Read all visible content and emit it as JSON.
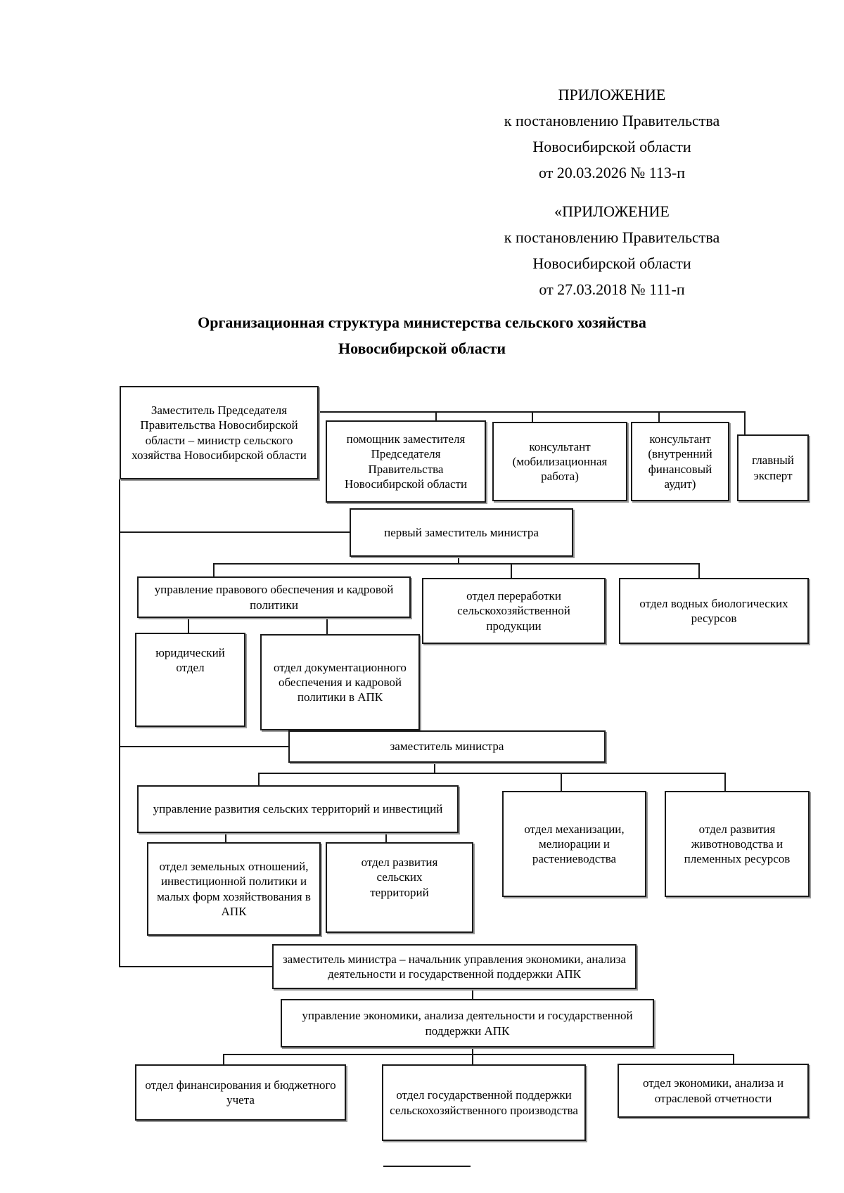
{
  "document": {
    "annex_block_current": [
      "ПРИЛОЖЕНИЕ",
      "к постановлению Правительства",
      "Новосибирской области",
      "от 20.03.2026  № 113-п"
    ],
    "annex_block_original": [
      "«ПРИЛОЖЕНИЕ",
      "к постановлению Правительства",
      "Новосибирской области",
      "от 27.03.2018  № 111-п"
    ],
    "title_line1": "Организационная структура министерства сельского хозяйства",
    "title_line2": "Новосибирской области"
  },
  "org": {
    "nodes": {
      "minister": {
        "label": "Заместитель Председателя Правительства Новосибирской области – министр сельского хозяйства Новосибирской области"
      },
      "assistant": {
        "label": "помощник заместителя Председателя Правительства Новосибирской области"
      },
      "consultant_mob": {
        "label": "консультант (мобилизационная работа)"
      },
      "consultant_audit": {
        "label": "консультант (внутренний финансовый аудит)"
      },
      "chief_expert": {
        "label": "главный эксперт"
      },
      "first_deputy": {
        "label": "первый заместитель министра"
      },
      "upr_legal": {
        "label": "управление правового обеспечения и кадровой политики"
      },
      "dept_process": {
        "label": "отдел переработки сельскохозяйственной продукции"
      },
      "dept_water": {
        "label": "отдел водных биологических ресурсов"
      },
      "dept_legal": {
        "label": "юридический отдел"
      },
      "dept_docs": {
        "label": "отдел документационного обеспечения и кадровой политики в АПК"
      },
      "deputy": {
        "label": "заместитель министра"
      },
      "upr_rural": {
        "label": "управление развития сельских территорий и инвестиций"
      },
      "dept_mech": {
        "label": "отдел механизации, мелиорации и растениеводства"
      },
      "dept_livestock": {
        "label": "отдел развития животноводства и племенных ресурсов"
      },
      "dept_land": {
        "label": "отдел земельных отношений, инвестиционной политики и малых форм хозяйствования в АПК"
      },
      "dept_rural": {
        "label": "отдел развития сельских территорий"
      },
      "deputy_econ": {
        "label": "заместитель министра – начальник управления экономики, анализа деятельности и государственной поддержки АПК"
      },
      "upr_econ": {
        "label": "управление экономики, анализа деятельности и государственной поддержки АПК"
      },
      "dept_fin": {
        "label": "отдел финансирования и бюджетного учета"
      },
      "dept_support": {
        "label": "отдел государственной поддержки сельскохозяйственного производства"
      },
      "dept_econ": {
        "label": "отдел экономики, анализа и отраслевой отчетности"
      }
    },
    "edges": [
      [
        "minister",
        "assistant"
      ],
      [
        "minister",
        "consultant_mob"
      ],
      [
        "minister",
        "consultant_audit"
      ],
      [
        "minister",
        "chief_expert"
      ],
      [
        "minister",
        "first_deputy"
      ],
      [
        "first_deputy",
        "upr_legal"
      ],
      [
        "first_deputy",
        "dept_process"
      ],
      [
        "first_deputy",
        "dept_water"
      ],
      [
        "upr_legal",
        "dept_legal"
      ],
      [
        "upr_legal",
        "dept_docs"
      ],
      [
        "minister",
        "deputy"
      ],
      [
        "deputy",
        "upr_rural"
      ],
      [
        "deputy",
        "dept_mech"
      ],
      [
        "deputy",
        "dept_livestock"
      ],
      [
        "upr_rural",
        "dept_land"
      ],
      [
        "upr_rural",
        "dept_rural"
      ],
      [
        "minister",
        "deputy_econ"
      ],
      [
        "deputy_econ",
        "upr_econ"
      ],
      [
        "upr_econ",
        "dept_fin"
      ],
      [
        "upr_econ",
        "dept_support"
      ],
      [
        "upr_econ",
        "dept_econ"
      ]
    ],
    "colors": {
      "box_border": "#1a1a1a",
      "box_fill": "#ffffff",
      "shadow": "#9a9a9a",
      "text": "#000000"
    }
  }
}
